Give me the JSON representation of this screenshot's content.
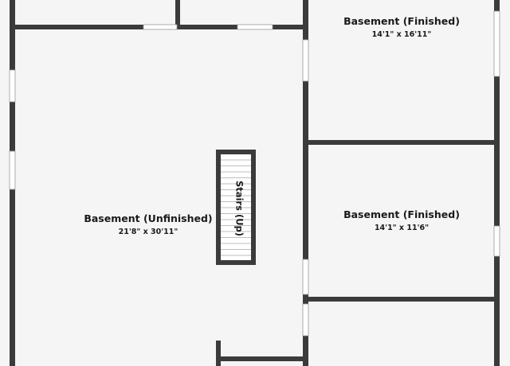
{
  "rooms": [
    {
      "name": "Basement (Finished)",
      "dimensions": "14'1\" x 16'11\""
    },
    {
      "name": "Basement (Unfinished)",
      "dimensions": "21'8\" x 30'11\""
    },
    {
      "name": "Basement (Finished)",
      "dimensions": "14'1\" x 11'6\""
    }
  ],
  "stairs": {
    "label": "Stairs (Up)"
  },
  "colors": {
    "wall": "#3b3b3b",
    "floor": "#f5f5f5",
    "text": "#1a1a1a"
  }
}
